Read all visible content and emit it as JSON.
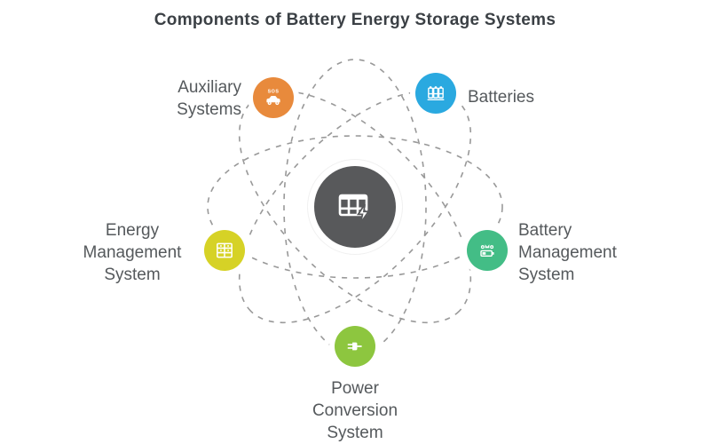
{
  "title": "Components of Battery Energy Storage Systems",
  "orbit_color": "#999999",
  "center": {
    "color": "#58595b",
    "icon": "battery-grid-bolt-icon"
  },
  "nodes": {
    "auxiliary": {
      "label": "Auxiliary\nSystems",
      "color": "#e88a3c",
      "icon": "car-sos-icon",
      "icon_text": "SOS"
    },
    "batteries": {
      "label": "Batteries",
      "color": "#2aa9e0",
      "icon": "battery-cells-icon"
    },
    "energy_management": {
      "label": "Energy\nManagement\nSystem",
      "color": "#d6d226",
      "icon": "control-panel-icon"
    },
    "battery_management": {
      "label": "Battery\nManagement\nSystem",
      "color": "#43bd86",
      "icon": "battery-status-icon"
    },
    "power_conversion": {
      "label": "Power\nConversion\nSystem",
      "color": "#8dc63f",
      "icon": "plug-icon"
    }
  }
}
